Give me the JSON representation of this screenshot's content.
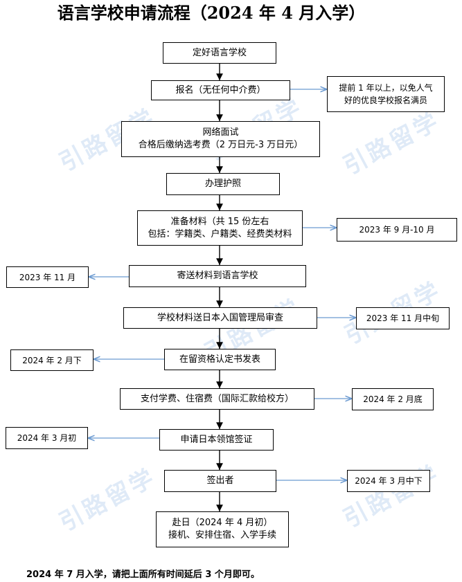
{
  "title": "语言学校申请流程（2024 年 4 月入学）",
  "watermark": "引路留学",
  "colors": {
    "main_arrow": "#000000",
    "side_arrow": "#6b9ad1",
    "watermark": "#6ea0dc"
  },
  "steps": [
    {
      "lines": [
        "定好语言学校"
      ]
    },
    {
      "lines": [
        "报名（无任何中介费）"
      ]
    },
    {
      "lines": [
        "网络面试",
        "合格后缴纳选考费（2 万日元-3 万日元）"
      ]
    },
    {
      "lines": [
        "办理护照"
      ]
    },
    {
      "lines": [
        "准备材料（共 15 份左右",
        "包括：学籍类、户籍类、经费类材料"
      ]
    },
    {
      "lines": [
        "寄送材料到语言学校"
      ]
    },
    {
      "lines": [
        "学校材料送日本入国管理局审查"
      ]
    },
    {
      "lines": [
        "在留资格认定书发表"
      ]
    },
    {
      "lines": [
        "支付学费、住宿费（国际汇款给校方）"
      ]
    },
    {
      "lines": [
        "申请日本领馆签证"
      ]
    },
    {
      "lines": [
        "签出者"
      ]
    },
    {
      "lines": [
        "赴日（2024 年 4 月初）",
        "接机、安排住宿、入学手续"
      ]
    }
  ],
  "notes": [
    {
      "step": 1,
      "side": "right",
      "lines": [
        "提前 1 年以上，以免人气",
        "好的优良学校报名满员"
      ]
    },
    {
      "step": 4,
      "side": "right",
      "lines": [
        "2023 年 9 月-10 月"
      ]
    },
    {
      "step": 5,
      "side": "left",
      "lines": [
        "2023 年 11 月"
      ]
    },
    {
      "step": 6,
      "side": "right",
      "lines": [
        "2023 年 11 月中旬"
      ]
    },
    {
      "step": 7,
      "side": "left",
      "lines": [
        "2024 年 2 月下"
      ]
    },
    {
      "step": 8,
      "side": "right",
      "lines": [
        "2024 年 2 月底"
      ]
    },
    {
      "step": 9,
      "side": "left",
      "lines": [
        "2024 年 3 月初"
      ]
    },
    {
      "step": 10,
      "side": "right",
      "lines": [
        "2024 年 3 月中下"
      ]
    }
  ],
  "footer": "2024 年 7 月入学，请把上面所有时间延后 3 个月即可。"
}
